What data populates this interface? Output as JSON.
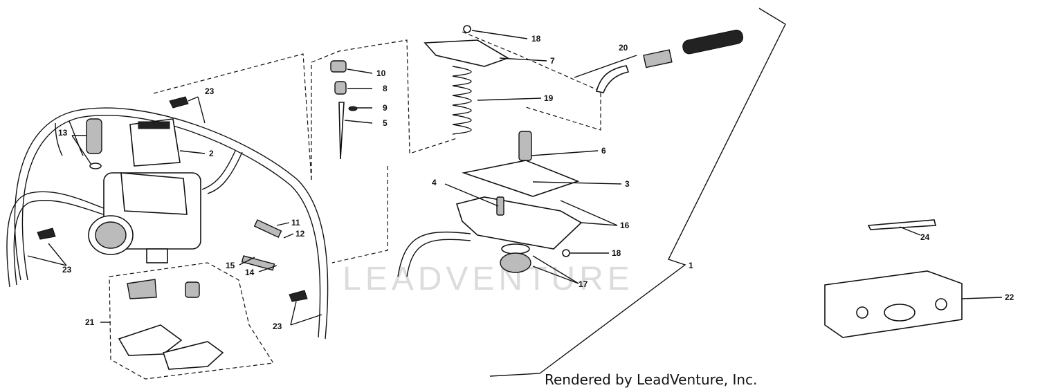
{
  "diagram": {
    "watermark": "LEADVENTURE",
    "footer": "Rendered by LeadVenture, Inc.",
    "callouts": [
      {
        "id": "c18a",
        "text": "18"
      },
      {
        "id": "c10",
        "text": "10"
      },
      {
        "id": "c7",
        "text": "7"
      },
      {
        "id": "c20",
        "text": "20"
      },
      {
        "id": "c8",
        "text": "8"
      },
      {
        "id": "c9",
        "text": "9"
      },
      {
        "id": "c19",
        "text": "19"
      },
      {
        "id": "c5",
        "text": "5"
      },
      {
        "id": "c23a",
        "text": "23"
      },
      {
        "id": "c13",
        "text": "13"
      },
      {
        "id": "c2",
        "text": "2"
      },
      {
        "id": "c6",
        "text": "6"
      },
      {
        "id": "c4",
        "text": "4"
      },
      {
        "id": "c3",
        "text": "3"
      },
      {
        "id": "c11",
        "text": "11"
      },
      {
        "id": "c12",
        "text": "12"
      },
      {
        "id": "c16",
        "text": "16"
      },
      {
        "id": "c24",
        "text": "24"
      },
      {
        "id": "c18b",
        "text": "18"
      },
      {
        "id": "c15",
        "text": "15"
      },
      {
        "id": "c14",
        "text": "14"
      },
      {
        "id": "c1",
        "text": "1"
      },
      {
        "id": "c23b",
        "text": "23"
      },
      {
        "id": "c17",
        "text": "17"
      },
      {
        "id": "c22",
        "text": "22"
      },
      {
        "id": "c21",
        "text": "21"
      },
      {
        "id": "c23c",
        "text": "23"
      }
    ]
  }
}
